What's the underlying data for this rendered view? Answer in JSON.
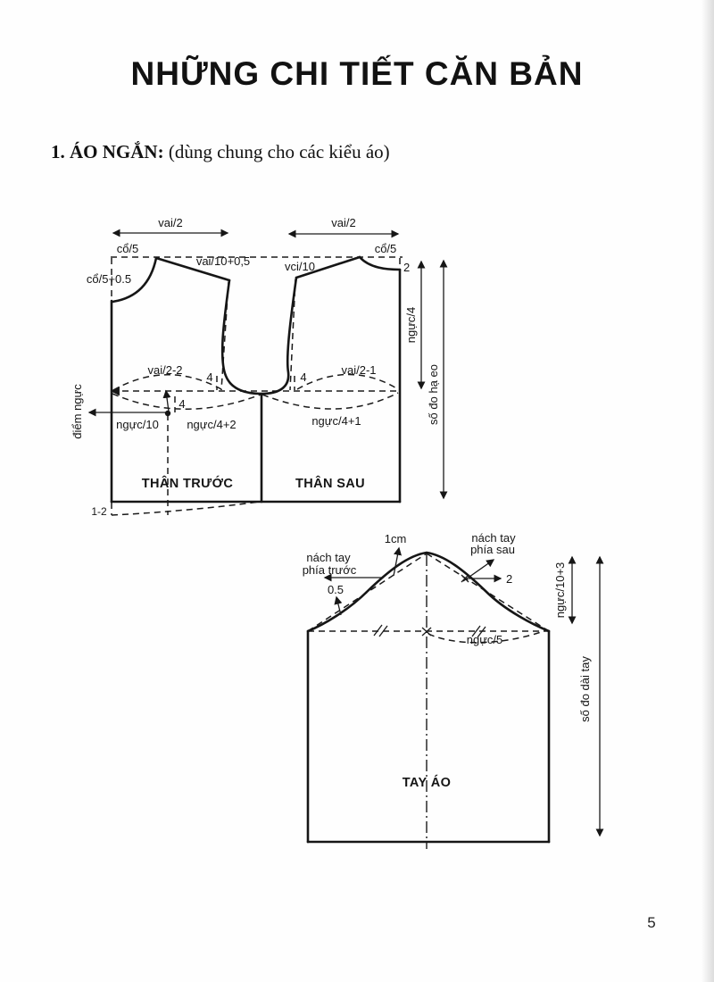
{
  "page": {
    "title": "NHỮNG CHI TIẾT CĂN BẢN",
    "section_heading": "1. ÁO NGẮN:",
    "section_note": " (dùng chung cho các kiểu áo)",
    "page_number": "5",
    "ink_color": "#161616"
  },
  "bodice": {
    "labels": {
      "vai2_left": "vai/2",
      "vai2_right": "vai/2",
      "co5_left": "cổ/5",
      "co5_right": "cổ/5",
      "co5_05": "cổ/5+0.5",
      "vai10_05": "vai/10+0,5",
      "vai10": "vci/10",
      "back_neck_2": "2",
      "nguc4": "ngực/4",
      "so_do_ha_eo": "số đo hạ eo",
      "vai2_2": "vai/2-2",
      "vai2_1": "vai/2-1",
      "four_front": "4",
      "four_back": "4",
      "four_dart": "4",
      "diem_nguc": "điểm ngực",
      "nguc10": "ngực/10",
      "nguc4_2": "ngực/4+2",
      "nguc4_1": "ngực/4+1",
      "than_truoc": "THÂN TRƯỚC",
      "than_sau": "THÂN SAU",
      "one_two": "1-2"
    }
  },
  "sleeve": {
    "labels": {
      "one_cm": "1cm",
      "nach_truoc_line1": "nách tay",
      "nach_truoc_line2": "phía trước",
      "nach_sau_line1": "nách tay",
      "nach_sau_line2": "phía sau",
      "two": "2",
      "half": "0.5",
      "nguc5": "ngực/5",
      "nguc10_3": "ngực/10+3",
      "so_do_dai_tay": "số đo dài tay",
      "tay_ao": "TAY ÁO"
    }
  }
}
